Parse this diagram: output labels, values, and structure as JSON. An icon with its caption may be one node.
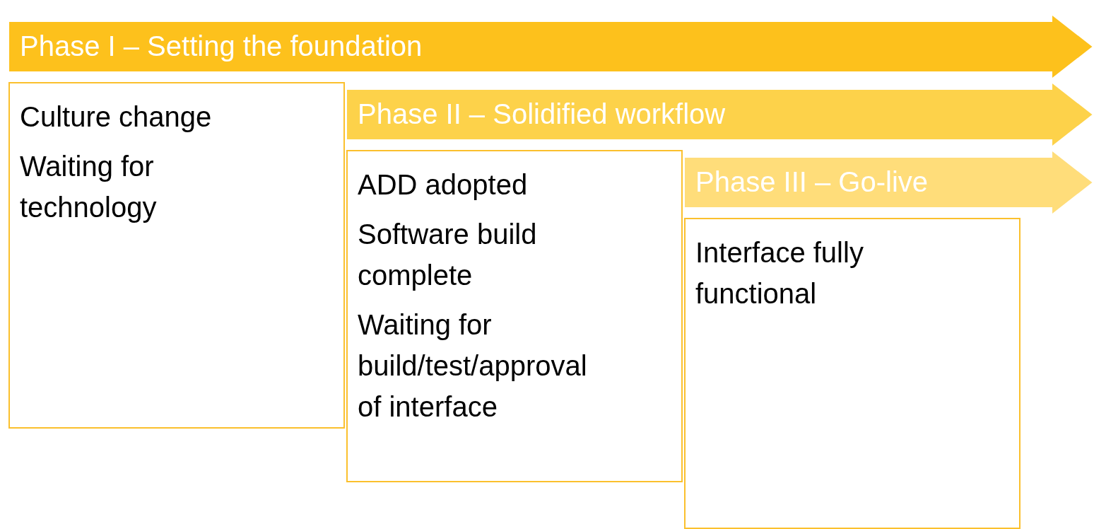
{
  "diagram": {
    "nodes": [
      {
        "text": [
          "Phase I – Setting the foundation"
        ]
      },
      {
        "text": [
          "Culture change",
          "Waiting for technology"
        ]
      },
      {
        "text": [
          "Phase II – Solidified workflow"
        ]
      },
      {
        "text": [
          "ADD adopted",
          "Software build complete",
          "Waiting for build/test/approval of interface"
        ]
      },
      {
        "text": [
          "Phase III – Go-live"
        ]
      },
      {
        "text": [
          "Interface fully functional"
        ]
      }
    ]
  }
}
